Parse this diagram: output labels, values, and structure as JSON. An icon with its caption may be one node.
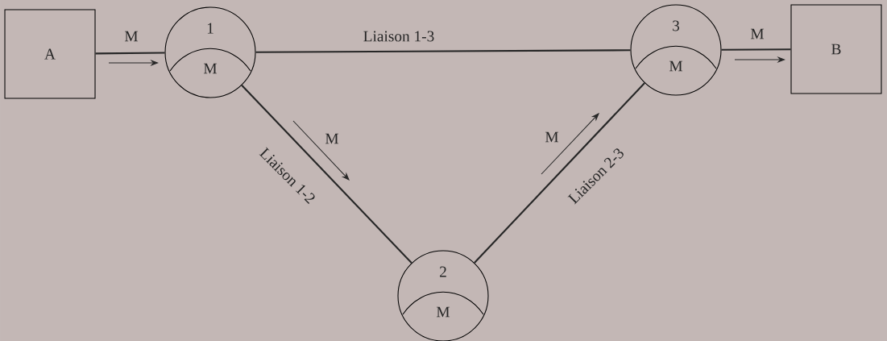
{
  "diagram": {
    "nodes": [
      {
        "text": [
          "A"
        ]
      },
      {
        "text": [
          "1",
          "M"
        ]
      },
      {
        "text": [
          "3",
          "M"
        ]
      },
      {
        "text": [
          "B"
        ]
      },
      {
        "text": [
          "2",
          "M"
        ]
      }
    ],
    "edges": [
      {
        "from": 0,
        "to": 1,
        "arrow": "none",
        "label": "M"
      },
      {
        "from": 1,
        "to": 2,
        "arrow": "none",
        "label": "Liaison 1-3"
      },
      {
        "from": 1,
        "to": 4,
        "arrow": "none",
        "label": "Liaison 1-2"
      },
      {
        "from": 4,
        "to": 2,
        "arrow": "none",
        "label": "Liaison 2-3"
      },
      {
        "from": 2,
        "to": 3,
        "arrow": "none",
        "label": "M"
      }
    ],
    "labels": [
      "M",
      "M"
    ]
  }
}
